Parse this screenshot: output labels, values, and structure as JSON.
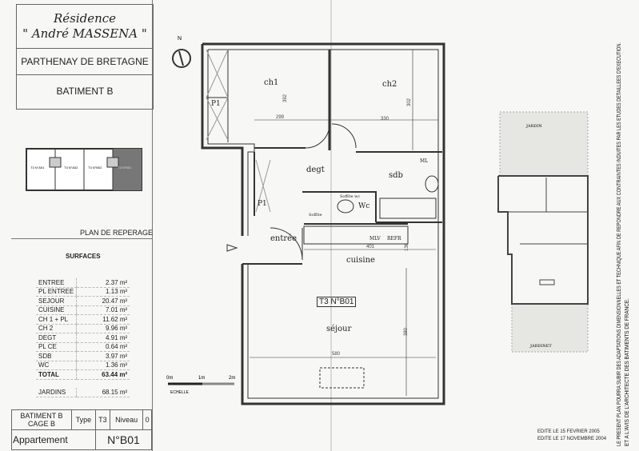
{
  "header": {
    "residence_line1": "Résidence",
    "residence_line2": "\" André MASSENA \"",
    "city": "PARTHENAY DE BRETAGNE",
    "building": "BATIMENT B"
  },
  "reperage": {
    "label": "PLAN DE REPERAGE",
    "units": [
      "T3 N°A01",
      "T3 N°A02",
      "T3 N°B02",
      "T3 N°B01"
    ]
  },
  "surfaces": {
    "title": "SURFACES",
    "rows": [
      {
        "name": "ENTREE",
        "value": "2.37 m²"
      },
      {
        "name": "PL ENTREE",
        "value": "1.13 m²"
      },
      {
        "name": "SEJOUR",
        "value": "20.47 m²"
      },
      {
        "name": "CUISINE",
        "value": "7.01 m²"
      },
      {
        "name": "CH 1 + PL",
        "value": "11.62 m²"
      },
      {
        "name": "CH 2",
        "value": "9.96 m²"
      },
      {
        "name": "DEGT",
        "value": "4.91 m²"
      },
      {
        "name": "PL CE",
        "value": "0.64 m²"
      },
      {
        "name": "SDB",
        "value": "3.97 m²"
      },
      {
        "name": "WC",
        "value": "1.36 m²"
      }
    ],
    "total": {
      "name": "TOTAL",
      "value": "63.44 m²"
    },
    "garden": {
      "name": "JARDINS",
      "value": "68.15 m²"
    }
  },
  "info": {
    "building": "BATIMENT B",
    "cage": "CAGE B",
    "type_label": "Type",
    "type": "T3",
    "level_label": "Niveau",
    "level": "0",
    "apt_label": "Appartement",
    "apt": "N°B01"
  },
  "plan": {
    "north": "N",
    "rooms": {
      "ch1": "ch1",
      "ch2": "ch2",
      "p1a": "P1",
      "p1b": "P1",
      "degt": "degt",
      "sdb": "sdb",
      "wc": "Wc",
      "entree": "entrée",
      "cuisine": "cuisine",
      "sejour": "séjour",
      "soffite_wc": "Soffite wc",
      "soffite": "Soffite",
      "mlv": "MLV",
      "refr": "REFR",
      "ml": "ML"
    },
    "unit_tag": "T3 N°B01",
    "dims": {
      "ch1_w": "299",
      "ch1_h": "392",
      "ch2_w": "330",
      "ch2_h": "302",
      "cuisine_w": "401",
      "cuisine_h": "136",
      "sejour_w": "580",
      "sejour_h": "380"
    },
    "scale": {
      "t0": "0m",
      "t1": "1m",
      "t2": "2m",
      "label": "ECHELLE"
    }
  },
  "mini_plan": {
    "garden_top": "JARDIN",
    "garden_bottom": "JARDINET"
  },
  "notes": {
    "vertical1": "LE PRESENT PLAN POURRA SUBIR DES ADAPTATIONS DIMENSIONNELLES ET TECHNIQUE AFIN DE REPONDRE AUX CONTRAINTES INDUITES PAR LES ETUDES DETAILLEES D'EXECUTION.",
    "vertical2": "ET A L'AVIS DE L'ARCHITECTE DES BATIMENTS DE FRANCE.",
    "edit1": "EDITE LE 15 FEVRIER 2005",
    "edit2": "EDITE LE 17 NOVEMBRE 2004"
  }
}
